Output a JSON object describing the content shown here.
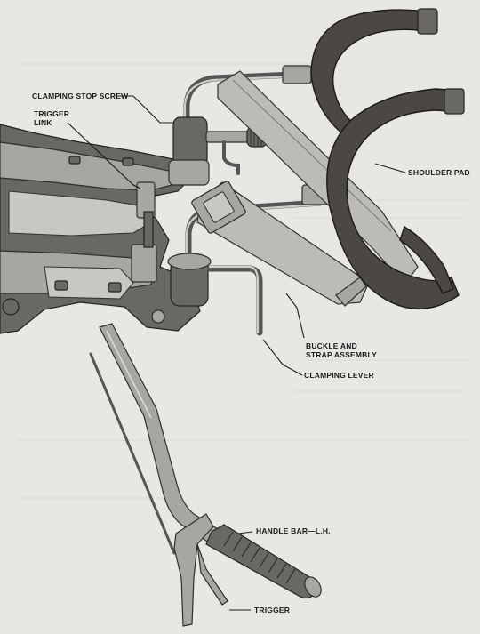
{
  "figure": {
    "background": "#e9e7e3",
    "callouts": {
      "clamping_stop_screw": "CLAMPING STOP SCREW",
      "trigger_link_line1": "TRIGGER",
      "trigger_link_line2": "LINK",
      "shoulder_pad": "SHOULDER PAD",
      "buckle_line1": "BUCKLE AND",
      "buckle_line2": "STRAP ASSEMBLY",
      "clamping_lever": "CLAMPING LEVER",
      "handle_bar": "HANDLE BAR—L.H.",
      "trigger": "TRIGGER"
    }
  }
}
